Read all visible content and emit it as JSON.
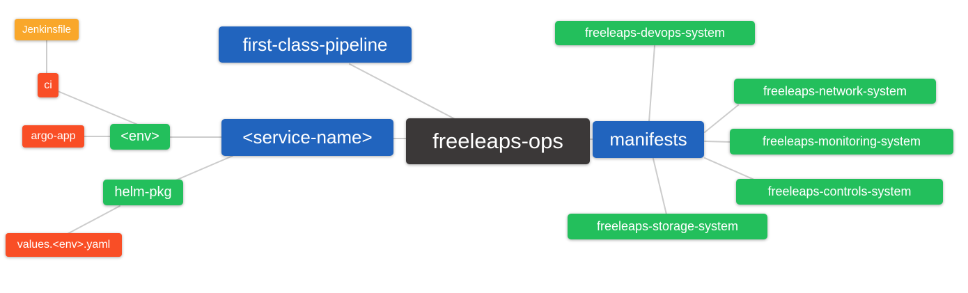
{
  "palette": {
    "blue": "#2164BE",
    "green": "#23BF5C",
    "red": "#F94E26",
    "orange": "#F9A72B",
    "dark": "#3B3838",
    "edge_line": "#CCCCCC",
    "node_text": "#FFFFFF",
    "background": "#FFFFFF"
  },
  "nodes": {
    "jenkinsfile": {
      "label": "Jenkinsfile",
      "color": "orange"
    },
    "ci": {
      "label": "ci",
      "color": "red"
    },
    "argo_app": {
      "label": "argo-app",
      "color": "red"
    },
    "env": {
      "label": "<env>",
      "color": "green"
    },
    "helm_pkg": {
      "label": "helm-pkg",
      "color": "green"
    },
    "values_env_yaml": {
      "label": "values.<env>.yaml",
      "color": "red"
    },
    "first_class_pipeline": {
      "label": "first-class-pipeline",
      "color": "blue"
    },
    "service_name": {
      "label": "<service-name>",
      "color": "blue"
    },
    "freeleaps_ops": {
      "label": "freeleaps-ops",
      "color": "dark"
    },
    "manifests": {
      "label": "manifests",
      "color": "blue"
    },
    "devops_system": {
      "label": "freeleaps-devops-system",
      "color": "green"
    },
    "network_system": {
      "label": "freeleaps-network-system",
      "color": "green"
    },
    "monitoring_system": {
      "label": "freeleaps-monitoring-system",
      "color": "green"
    },
    "controls_system": {
      "label": "freeleaps-controls-system",
      "color": "green"
    },
    "storage_system": {
      "label": "freeleaps-storage-system",
      "color": "green"
    }
  },
  "edges": [
    {
      "from": "jenkinsfile",
      "to": "ci"
    },
    {
      "from": "ci",
      "to": "env"
    },
    {
      "from": "argo_app",
      "to": "env"
    },
    {
      "from": "env",
      "to": "service_name"
    },
    {
      "from": "helm_pkg",
      "to": "service_name"
    },
    {
      "from": "values_env_yaml",
      "to": "helm_pkg"
    },
    {
      "from": "service_name",
      "to": "freeleaps_ops"
    },
    {
      "from": "first_class_pipeline",
      "to": "freeleaps_ops"
    },
    {
      "from": "freeleaps_ops",
      "to": "manifests"
    },
    {
      "from": "manifests",
      "to": "devops_system"
    },
    {
      "from": "manifests",
      "to": "network_system"
    },
    {
      "from": "manifests",
      "to": "monitoring_system"
    },
    {
      "from": "manifests",
      "to": "controls_system"
    },
    {
      "from": "manifests",
      "to": "storage_system"
    }
  ]
}
